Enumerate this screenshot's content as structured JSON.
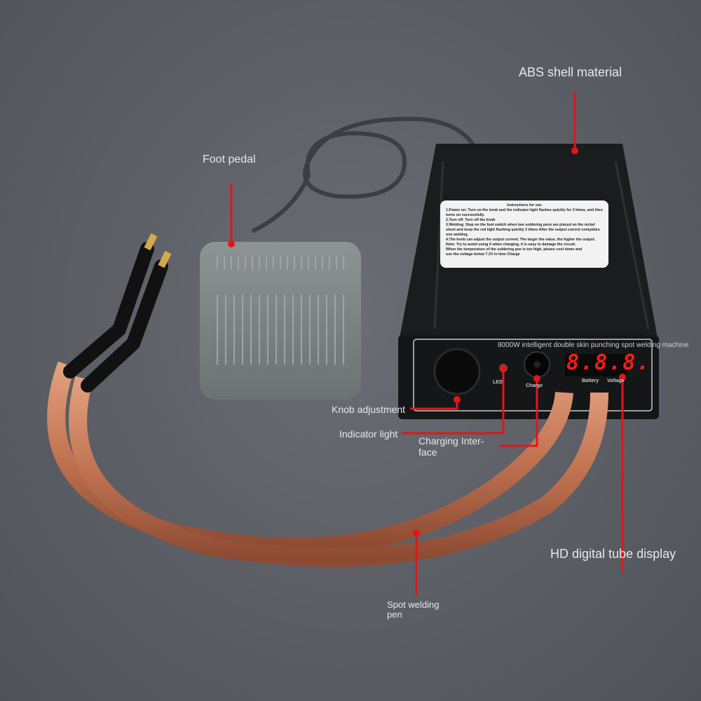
{
  "callouts": {
    "abs_shell": "ABS shell material",
    "foot_pedal": "Foot pedal",
    "knob": "Knob adjustment",
    "indicator": "Indicator light",
    "charging": "Charging Inter-\nface",
    "display": "HD digital tube display",
    "pen": "Spot welding\npen"
  },
  "machine": {
    "title_overlay": "8000W intelligent double skin punching spot welding machine",
    "display_value": "8.8.8.",
    "labels": {
      "battery": "Battery",
      "voltage": "Voltage",
      "charge": "Charge",
      "led": "LED"
    },
    "instructions": [
      "Instructions for use",
      "1.Power on: Turn on the knob and the indicator light flashes quickly for 3 times, and then turns on successfully.",
      "2.Turn off: Turn off the knob",
      "3.Welding: Step on the foot switch when two soldering pens are placed on the nickel sheet and keep the red light flashing quickly 3 times After the output current completes one welding.",
      "4.The knob can adjust the output current. The larger the value, the higher the output.",
      "Note: Try to avoid using it when charging, it is easy to damage the circuit.",
      "When the temperature of the soldering pen is too high, please cool down and",
      "use the voltage below 7.3V in time Charge"
    ]
  },
  "colors": {
    "callout_line": "#e3151b",
    "background": "#5a5d63",
    "copper": "#c97b58",
    "pedal": "#7d8485"
  }
}
